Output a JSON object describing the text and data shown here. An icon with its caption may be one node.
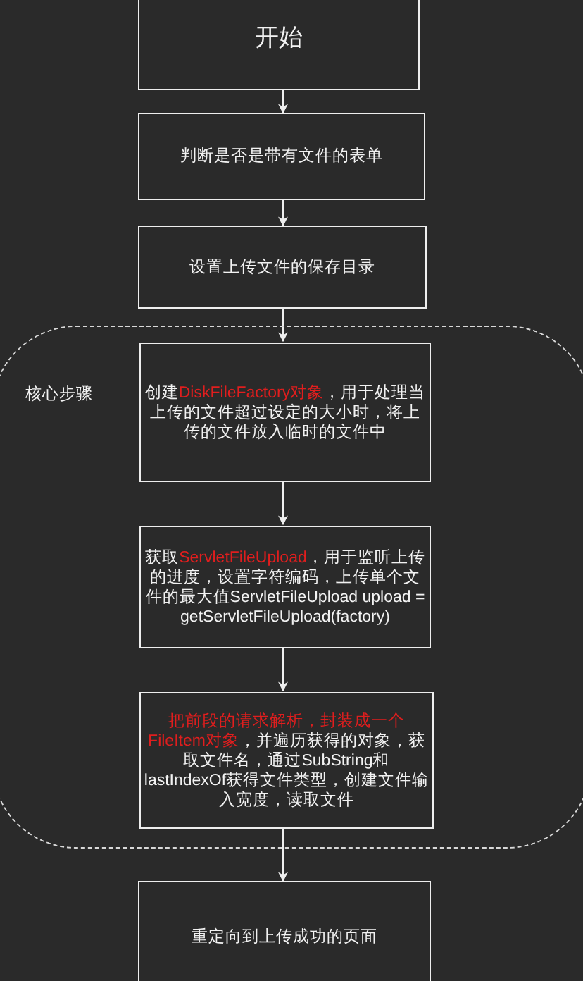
{
  "diagram": {
    "nodes": [
      {
        "text": [
          "开始"
        ]
      },
      {
        "text": [
          "判断是否是带有文件的表单"
        ]
      },
      {
        "text": [
          "设置上传文件的保存目录"
        ]
      },
      {
        "text": [
          "核心步骤"
        ]
      },
      {
        "text": [
          "创建**DiskFileFactory对象**，用于处理当上传的文件超过设定的大小时，将上传的文件放入临时的文件中"
        ],
        "in": 3
      },
      {
        "text": [
          "获取**ServletFileUpload**，用于监听上传的进度，设置字符编码，上传单个文件的最大值ServletFileUpload upload = getServletFileUpload(factory)"
        ],
        "in": 3
      },
      {
        "text": [
          "**把前段的请求解析，封装成一个FileItem对象**，并遍历获得的对象，获取文件名，通过SubString和lastIndexOf获得文件类型，创建文件输入宽度，读取文件"
        ],
        "in": 3
      },
      {
        "text": [
          "重定向到上传成功的页面"
        ]
      }
    ],
    "edges": [
      {
        "from": 0,
        "to": 1,
        "arrow": "to"
      },
      {
        "from": 1,
        "to": 2,
        "arrow": "to"
      },
      {
        "from": 2,
        "to": 4,
        "arrow": "to"
      },
      {
        "from": 4,
        "to": 5,
        "arrow": "to"
      },
      {
        "from": 5,
        "to": 6,
        "arrow": "to"
      },
      {
        "from": 6,
        "to": 7,
        "arrow": "to"
      }
    ]
  }
}
